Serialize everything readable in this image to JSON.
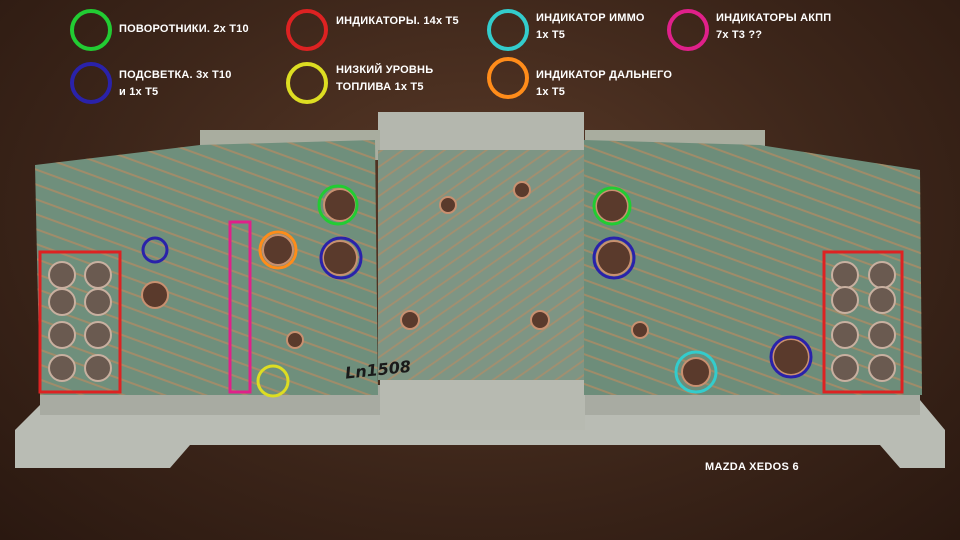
{
  "legend": [
    {
      "id": "turn",
      "color": "#22cc33",
      "text": "ПОВОРОТНИКИ. 2x T10"
    },
    {
      "id": "indicators",
      "color": "#dd2222",
      "text": "ИНДИКАТОРЫ. 14x T5"
    },
    {
      "id": "immo",
      "color": "#33cccc",
      "text": "ИНДИКАТОР ИММО\n1x T5"
    },
    {
      "id": "akpp",
      "color": "#e0208a",
      "text": "ИНДИКАТОРЫ АКПП\n7x T3 ??"
    },
    {
      "id": "backlight",
      "color": "#2a22aa",
      "text": "ПОДСВЕТКА. 3x T10\nи 1x T5"
    },
    {
      "id": "fuel",
      "color": "#dddd22",
      "text": "НИЗКИЙ УРОВНЬ\nТОПЛИВА 1x T5"
    },
    {
      "id": "highbeam",
      "color": "#ff8c1a",
      "text": "ИНДИКАТОР ДАЛЬНЕГО\n1x T5"
    }
  ],
  "caption": "MAZDA XEDOS 6",
  "board_marking": "Ln1508"
}
